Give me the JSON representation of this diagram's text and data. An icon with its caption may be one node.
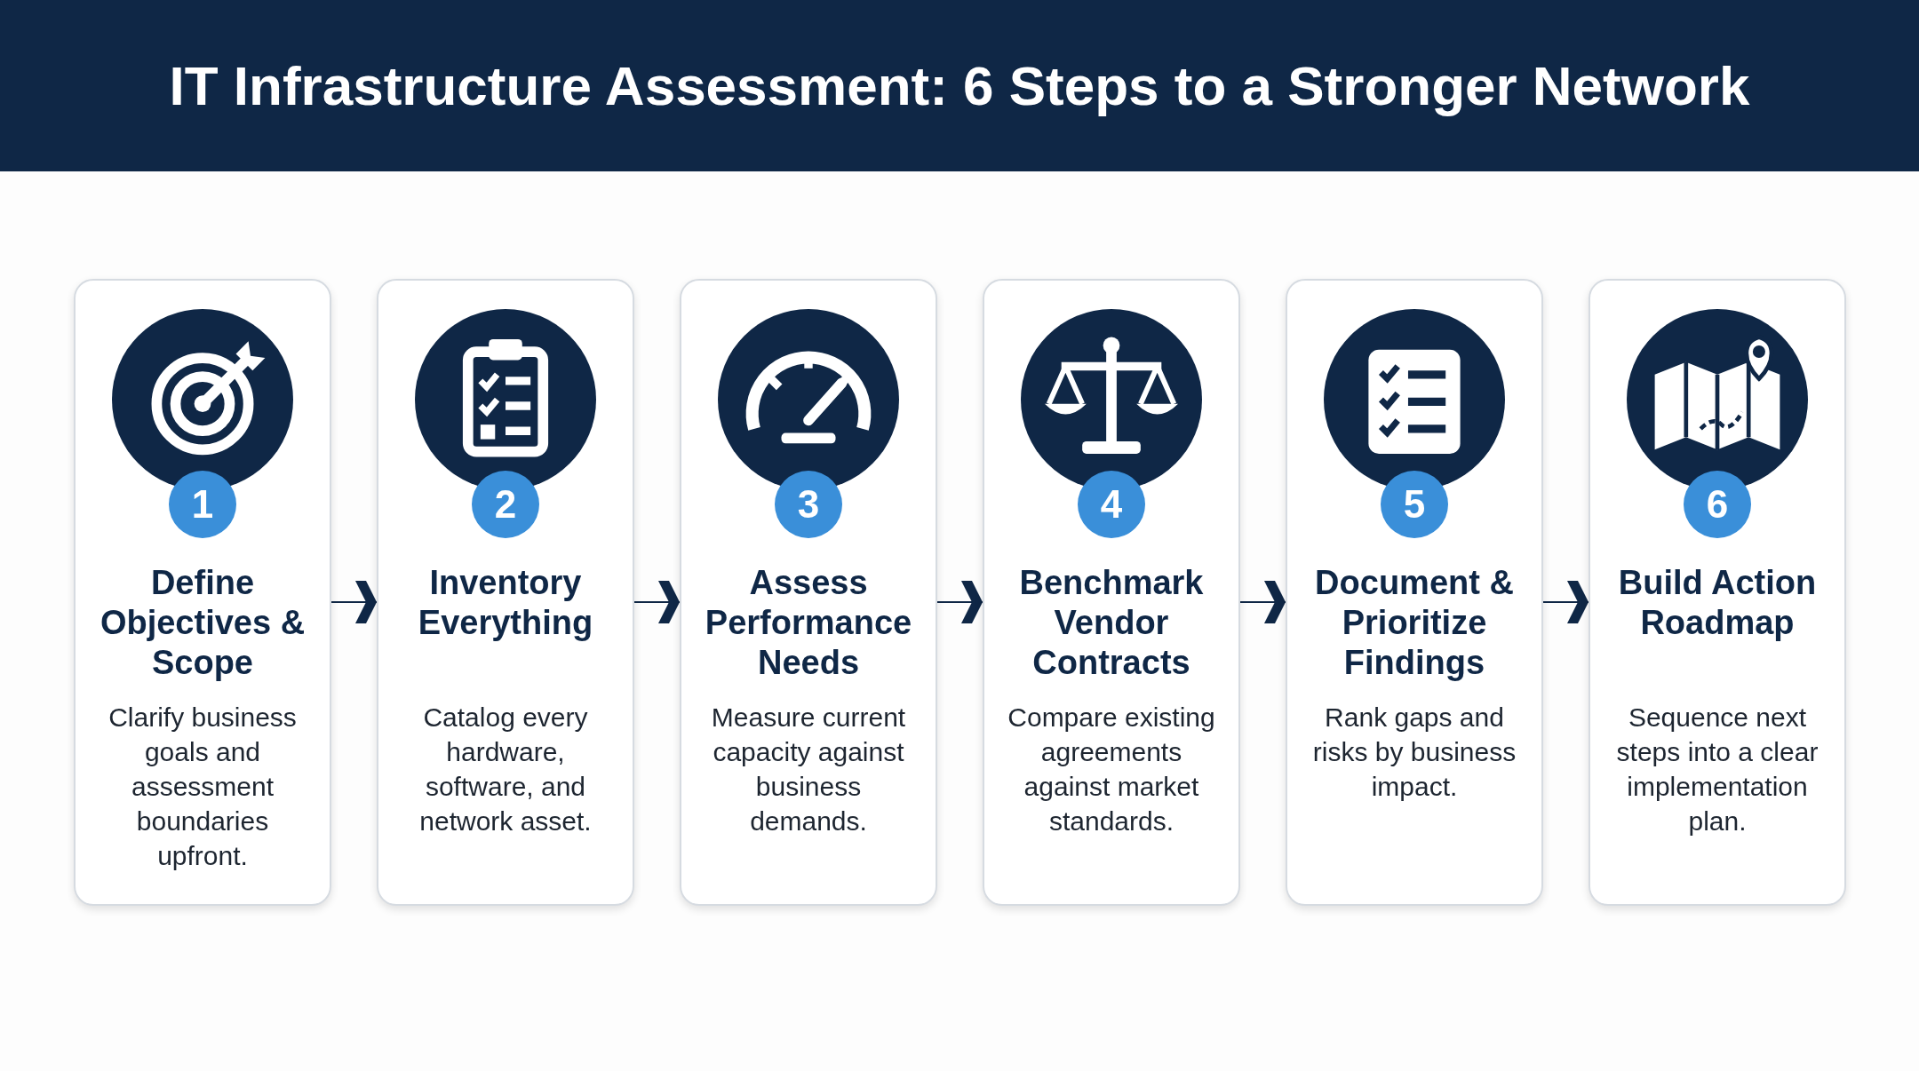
{
  "diagram": {
    "title": "IT Infrastructure Assessment: 6 Steps to a Stronger Network",
    "nodes": [
      {
        "text": [
          "1",
          "Define Objectives & Scope",
          "Clarify business goals and assessment boundaries upfront."
        ]
      },
      {
        "text": [
          "2",
          "Inventory Everything",
          "Catalog every hardware, software, and network asset."
        ]
      },
      {
        "text": [
          "3",
          "Assess Performance Needs",
          "Measure current capacity against business demands."
        ]
      },
      {
        "text": [
          "4",
          "Benchmark Vendor Contracts",
          "Compare existing agreements against market standards."
        ]
      },
      {
        "text": [
          "5",
          "Document & Prioritize Findings",
          "Rank gaps and risks by business impact."
        ]
      },
      {
        "text": [
          "6",
          "Build Action Roadmap",
          "Sequence next steps into a clear implementation plan."
        ]
      }
    ],
    "edges": [
      {
        "from": 0,
        "to": 1,
        "arrow": "to"
      },
      {
        "from": 1,
        "to": 2,
        "arrow": "to"
      },
      {
        "from": 2,
        "to": 3,
        "arrow": "to"
      },
      {
        "from": 3,
        "to": 4,
        "arrow": "to"
      },
      {
        "from": 4,
        "to": 5,
        "arrow": "to"
      }
    ]
  }
}
